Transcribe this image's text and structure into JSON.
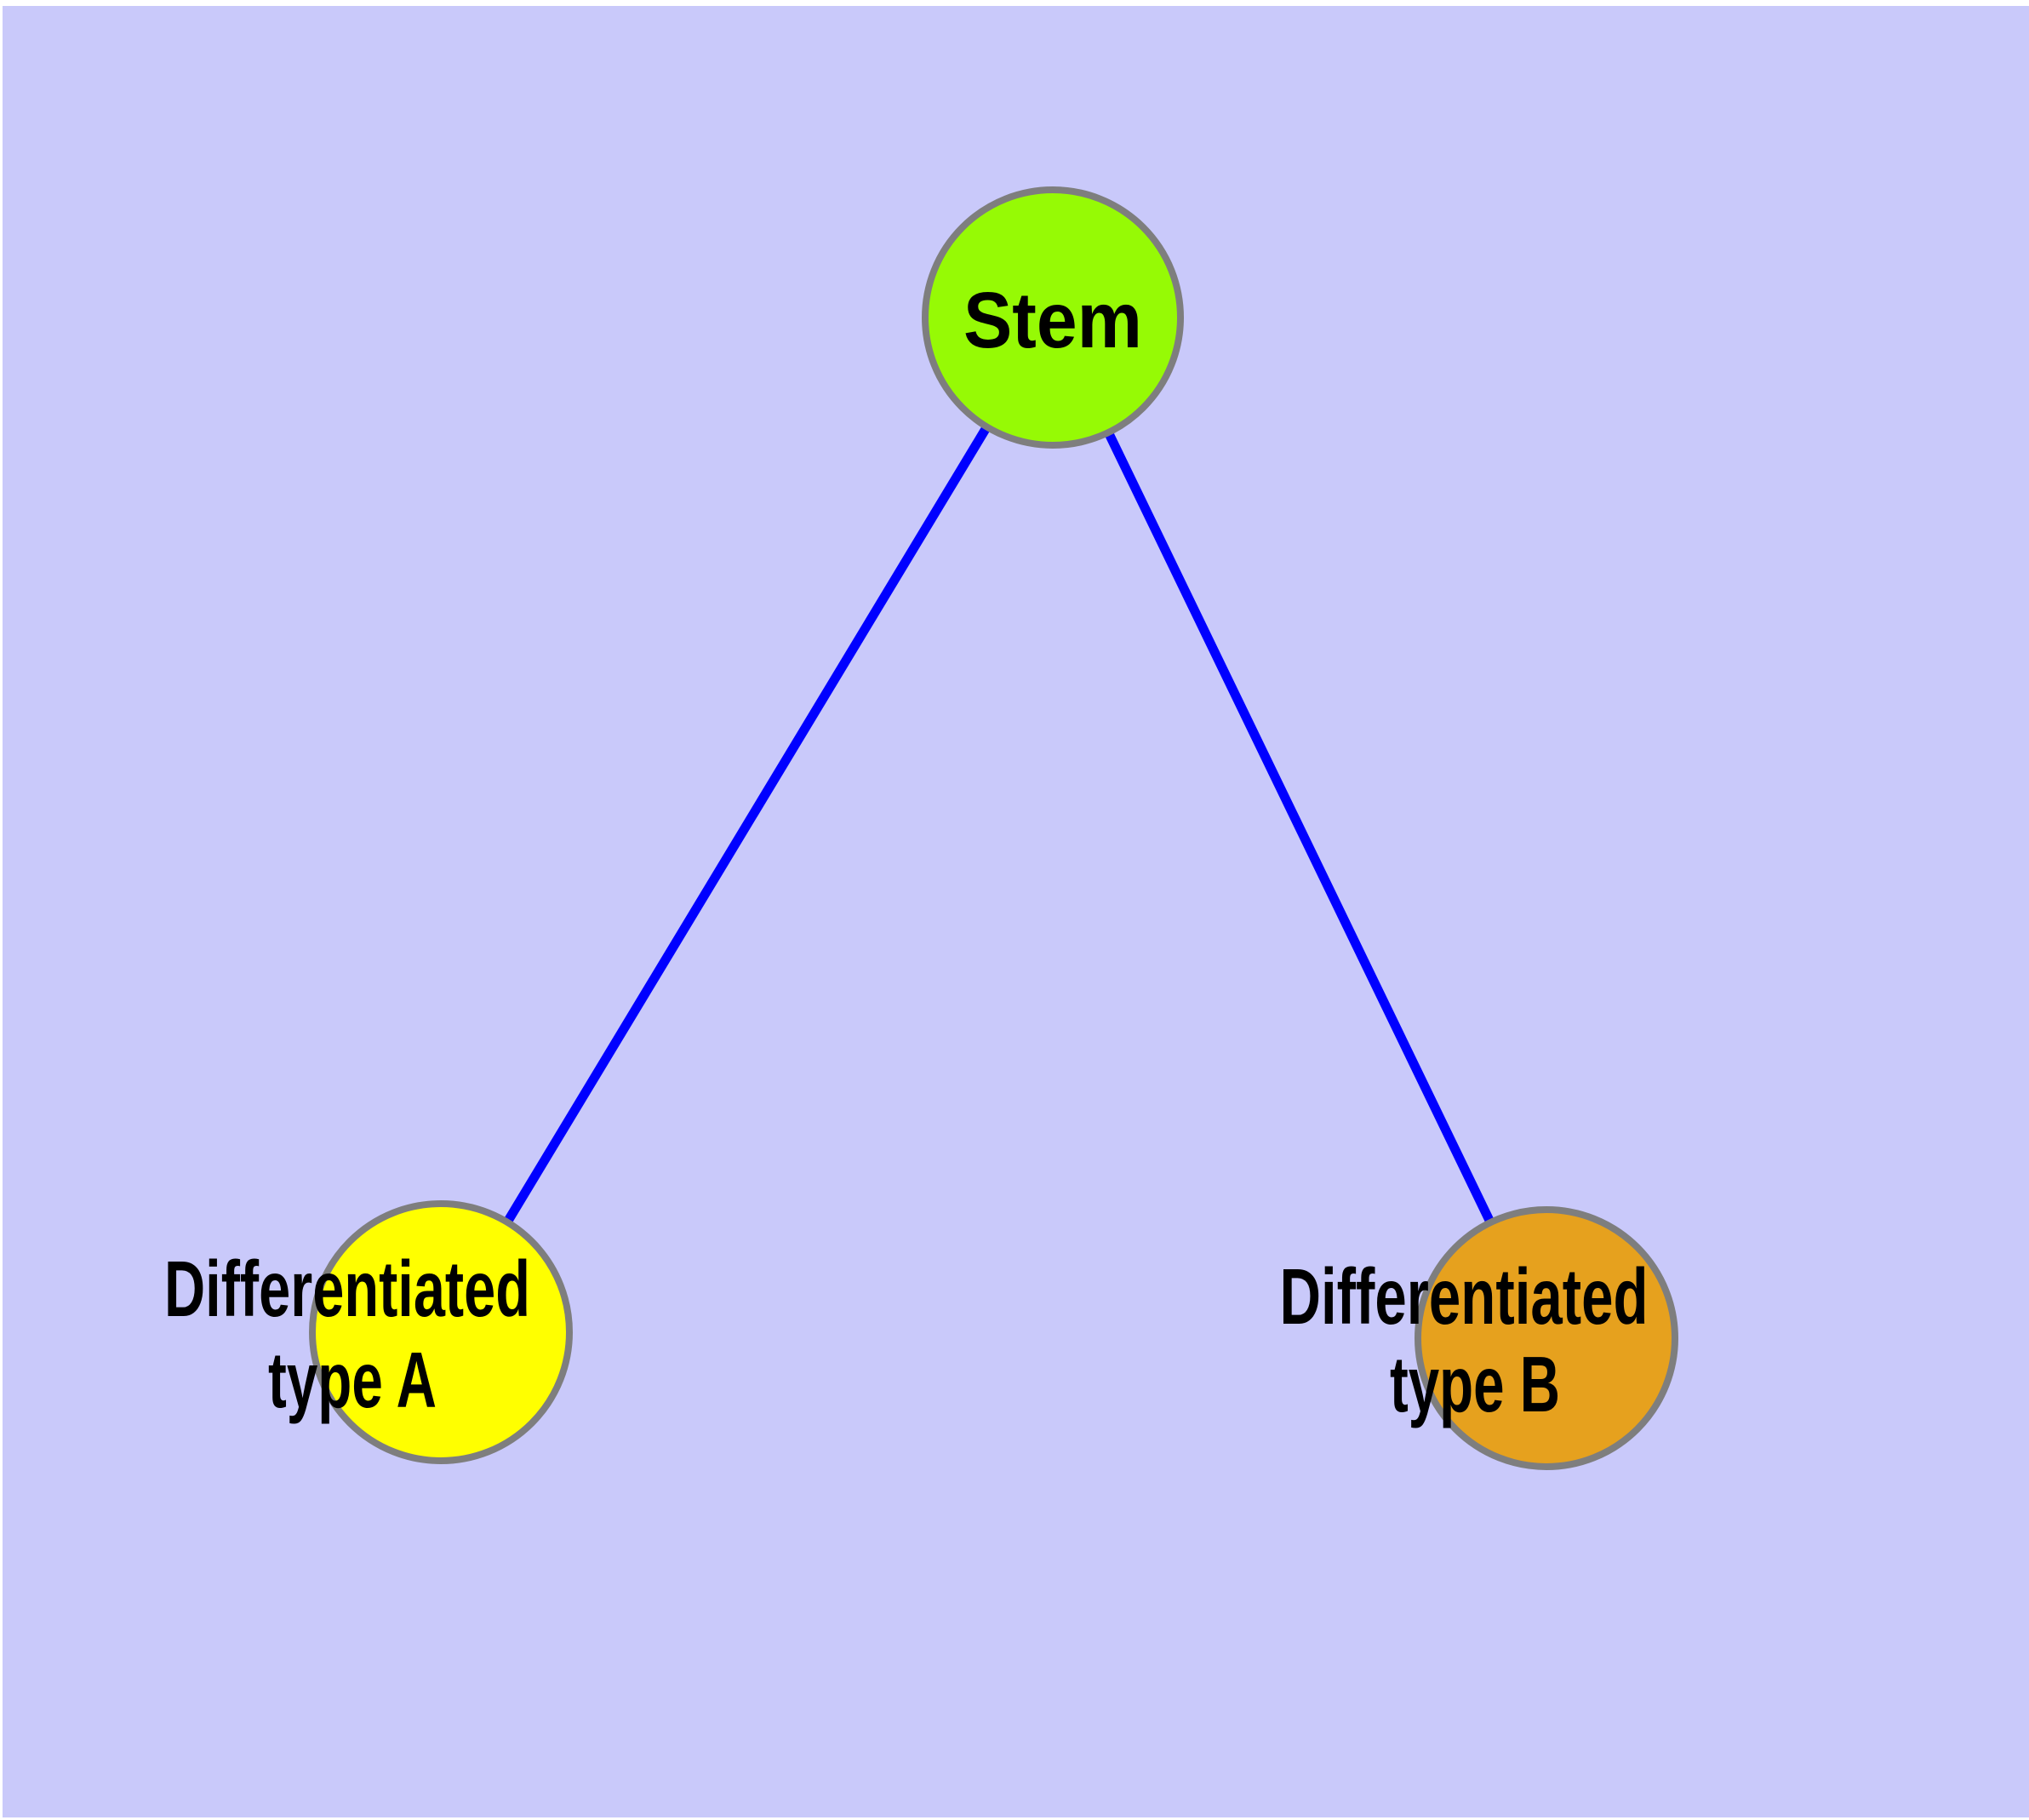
{
  "diagram": {
    "background_color": "#C9C9FA",
    "edge_color": "#0000FF",
    "node_border_color": "#7E7E7E",
    "label_color": "#000000",
    "nodes": {
      "stem": {
        "label": "Stem",
        "fill": "#96FA05"
      },
      "typeA": {
        "label_line1": "Differentiated",
        "label_line2": "type A",
        "fill": "#FFFF00"
      },
      "typeB": {
        "label_line1": "Differentiated",
        "label_line2": "type B",
        "fill": "#E6A11E"
      }
    },
    "edges": [
      {
        "from": "stem",
        "to": "typeA"
      },
      {
        "from": "stem",
        "to": "typeB"
      }
    ]
  }
}
